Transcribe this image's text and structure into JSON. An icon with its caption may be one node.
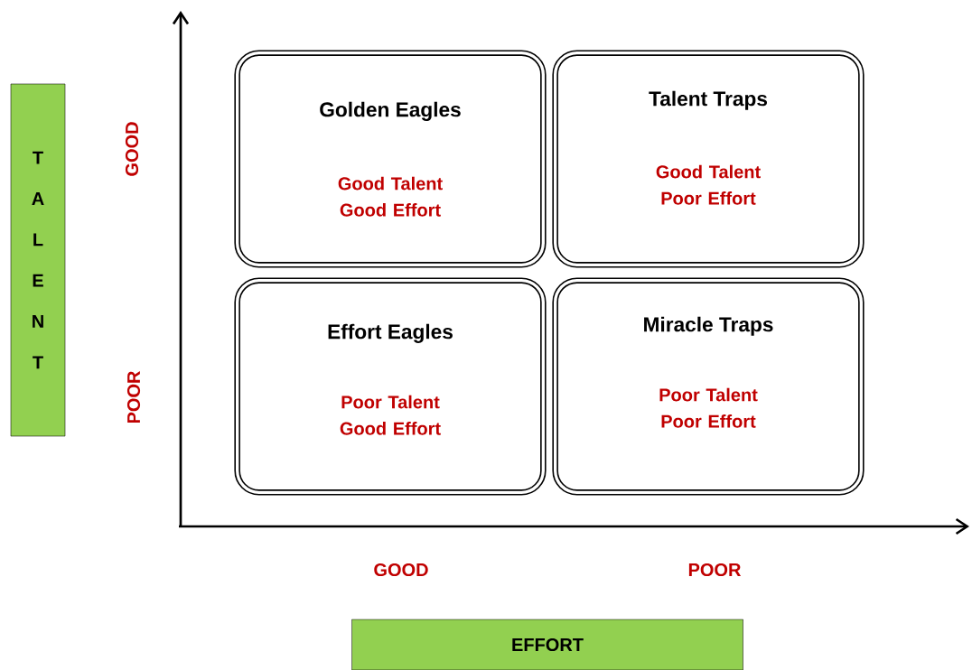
{
  "diagram": {
    "nodes": [
      {
        "text": [
          "Golden Eagles",
          "Good Talent Good Effort"
        ]
      },
      {
        "text": [
          "Talent Traps",
          "Good Talent Poor Effort"
        ]
      },
      {
        "text": [
          "Effort Eagles",
          "Poor Talent Good Effort"
        ]
      },
      {
        "text": [
          "Miracle Traps",
          "Poor Talent Poor Effort"
        ]
      },
      {
        "text": [
          "T A L E N T"
        ]
      },
      {
        "text": [
          "EFFORT"
        ]
      }
    ],
    "labels": [
      "GOOD",
      "POOR",
      "GOOD",
      "POOR"
    ]
  }
}
